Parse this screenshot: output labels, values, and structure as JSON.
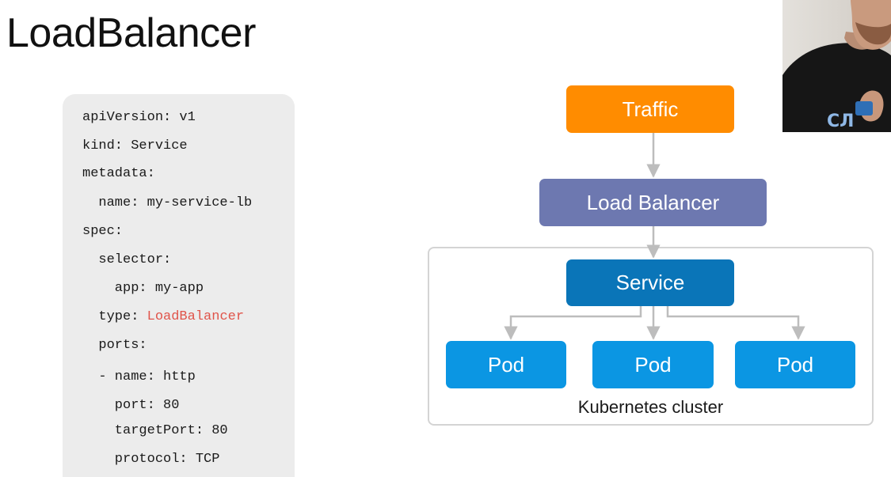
{
  "slide": {
    "title": "LoadBalancer"
  },
  "code": {
    "lines": [
      {
        "text": "apiVersion: v1"
      },
      {
        "text": "kind: Service"
      },
      {
        "text": "metadata:"
      },
      {
        "text": "  name: my-service-lb"
      },
      {
        "text": "spec:"
      },
      {
        "text": "  selector:"
      },
      {
        "text": "    app: my-app"
      },
      {
        "prefix": "  type: ",
        "highlight": "LoadBalancer"
      },
      {
        "text": "  ports:"
      },
      {
        "text": "  - name: http"
      },
      {
        "text": "    port: 80"
      },
      {
        "text": "    targetPort: 80"
      },
      {
        "text": "    protocol: TCP"
      }
    ]
  },
  "diagram": {
    "traffic": {
      "label": "Traffic"
    },
    "load_balancer": {
      "label": "Load Balancer"
    },
    "service": {
      "label": "Service"
    },
    "pods": [
      {
        "label": "Pod"
      },
      {
        "label": "Pod"
      },
      {
        "label": "Pod"
      }
    ],
    "cluster_label": "Kubernetes cluster"
  },
  "colors": {
    "traffic": "#ff8c00",
    "load_balancer": "#6d78b0",
    "service": "#0a75b8",
    "pod": "#0b96e3",
    "connector": "#bdbdbd",
    "highlight": "#e0544a"
  },
  "webcam": {
    "shirt_text": "СЛ"
  }
}
